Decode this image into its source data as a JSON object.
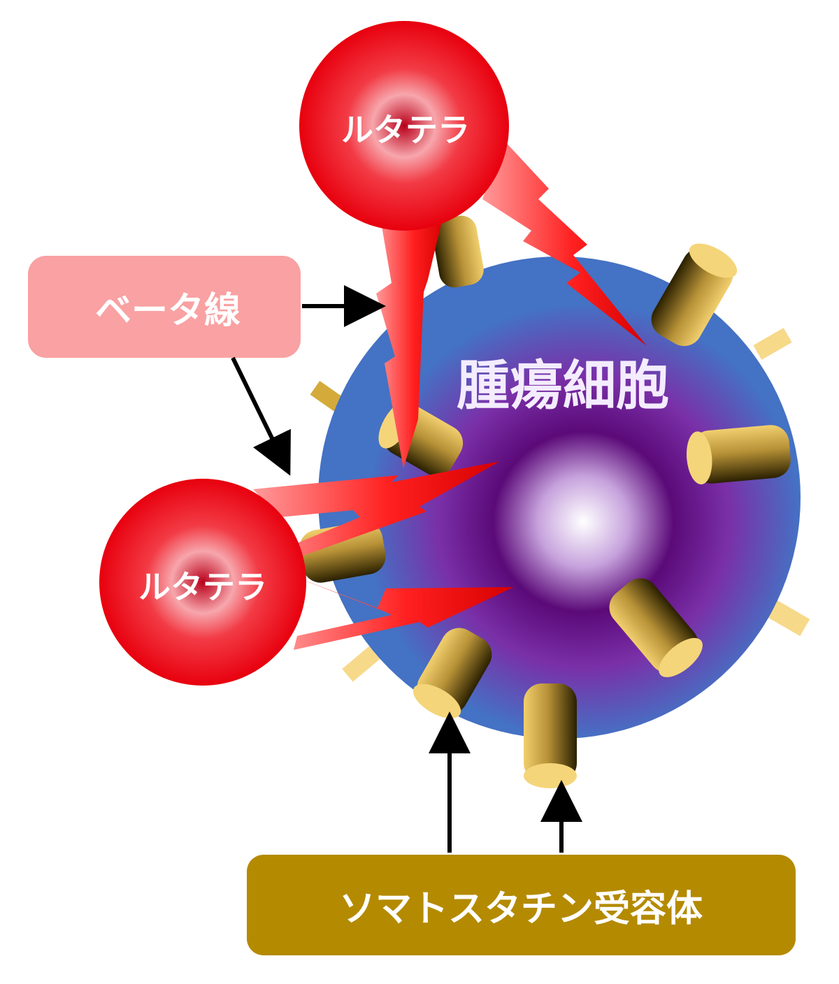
{
  "diagram": {
    "tumor_cell": {
      "label": "腫瘍細胞"
    },
    "drug_molecules": [
      {
        "label": "ルタテラ"
      },
      {
        "label": "ルタテラ"
      }
    ],
    "beta_label": "ベータ線",
    "receptor_label": "ソマトスタチン受容体",
    "colors": {
      "cell_outer": "#4472c4",
      "cell_inner": "#5b0a78",
      "drug": "#e8000e",
      "beta_box": "#f9a1a3",
      "receptor_box": "#b48a00",
      "receptor": "#e8c15a",
      "arrow": "#000000"
    }
  }
}
